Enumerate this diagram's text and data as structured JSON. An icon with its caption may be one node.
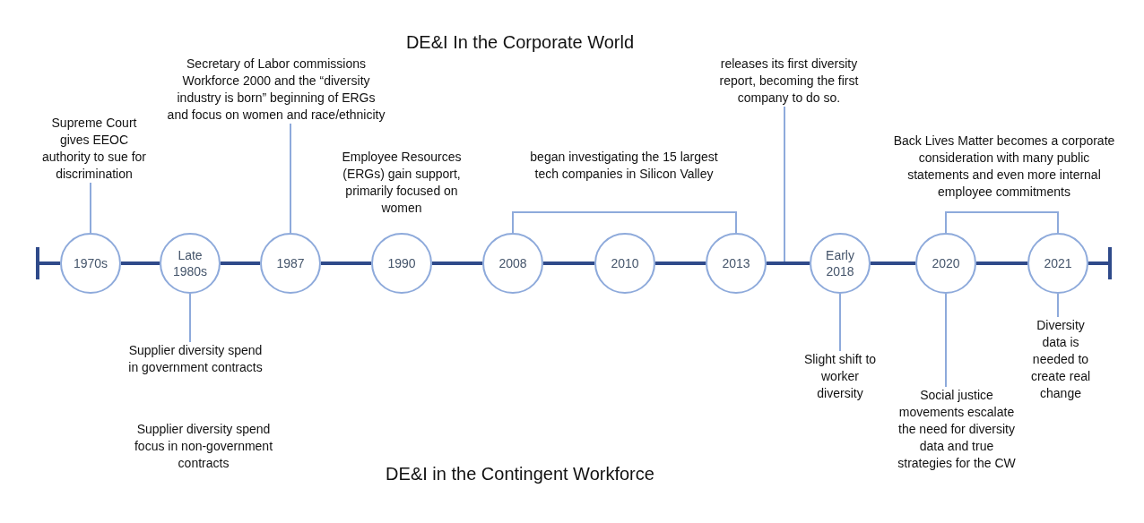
{
  "diagram": {
    "title": "DE&I In the Corporate World",
    "nodes": [
      {
        "text": [
          "1970s"
        ]
      },
      {
        "text": [
          "Late 1980s"
        ]
      },
      {
        "text": [
          "1987"
        ]
      },
      {
        "text": [
          "1990"
        ]
      },
      {
        "text": [
          "2008"
        ]
      },
      {
        "text": [
          "2010"
        ]
      },
      {
        "text": [
          "2013"
        ]
      },
      {
        "text": [
          "Early 2018"
        ]
      },
      {
        "text": [
          "2020"
        ]
      },
      {
        "text": [
          "2021"
        ]
      },
      {
        "text": [
          "Supreme Court gives EEOC authority to sue for discrimination"
        ]
      },
      {
        "text": [
          "Supplier diversity spend in government contracts"
        ]
      },
      {
        "text": [
          "Secretary of Labor commissions Workforce 2000 and the “diversity industry is born” beginning of ERGs and focus on women and race/ethnicity"
        ]
      },
      {
        "text": [
          "began investigating the 15 largest tech companies in Silicon Valley"
        ]
      },
      {
        "text": [
          "releases its first diversity report, becoming the first company to do so."
        ]
      },
      {
        "text": [
          "Slight shift to worker diversity"
        ]
      },
      {
        "text": [
          "Back Lives Matter becomes a corporate consideration with many public statements and even more internal employee commitments"
        ]
      },
      {
        "text": [
          "Social justice movements escalate the need for diversity data and true strategies for the CW"
        ]
      },
      {
        "text": [
          "Diversity data is needed to create real change"
        ]
      }
    ],
    "edges": [
      {
        "from": 0,
        "to": 1,
        "arrow": "none",
        "style": "thick",
        "color": "#2f4a8a"
      },
      {
        "from": 1,
        "to": 2,
        "arrow": "none",
        "style": "thick",
        "color": "#2f4a8a"
      },
      {
        "from": 2,
        "to": 3,
        "arrow": "none",
        "style": "thick",
        "color": "#2f4a8a"
      },
      {
        "from": 3,
        "to": 4,
        "arrow": "none",
        "style": "thick",
        "color": "#2f4a8a"
      },
      {
        "from": 4,
        "to": 5,
        "arrow": "none",
        "style": "thick",
        "color": "#2f4a8a"
      },
      {
        "from": 5,
        "to": 6,
        "arrow": "none",
        "style": "thick",
        "color": "#2f4a8a"
      },
      {
        "from": 6,
        "to": 7,
        "arrow": "none",
        "style": "thick",
        "color": "#2f4a8a"
      },
      {
        "from": 7,
        "to": 8,
        "arrow": "none",
        "style": "thick",
        "color": "#2f4a8a"
      },
      {
        "from": 8,
        "to": 9,
        "arrow": "none",
        "style": "thick",
        "color": "#2f4a8a"
      },
      {
        "from": 10,
        "to": 0,
        "arrow": "none"
      },
      {
        "from": 11,
        "to": 1,
        "arrow": "none"
      },
      {
        "from": 12,
        "to": 2,
        "arrow": "none"
      },
      {
        "from": 13,
        "to": 4,
        "arrow": "none"
      },
      {
        "from": 13,
        "to": 6,
        "arrow": "none"
      },
      {
        "from": 14,
        "to": null,
        "arrow": "none"
      },
      {
        "from": 15,
        "to": 7,
        "arrow": "none"
      },
      {
        "from": 16,
        "to": 8,
        "arrow": "none"
      },
      {
        "from": 16,
        "to": 9,
        "arrow": "none"
      },
      {
        "from": 17,
        "to": 8,
        "arrow": "none"
      },
      {
        "from": 18,
        "to": 9,
        "arrow": "none"
      }
    ],
    "labels": [
      "Employee Resources (ERGs) gain support, primarily focused on women",
      "Supplier diversity spend focus in non-government contracts",
      "DE&I in the Contingent Workforce"
    ]
  }
}
